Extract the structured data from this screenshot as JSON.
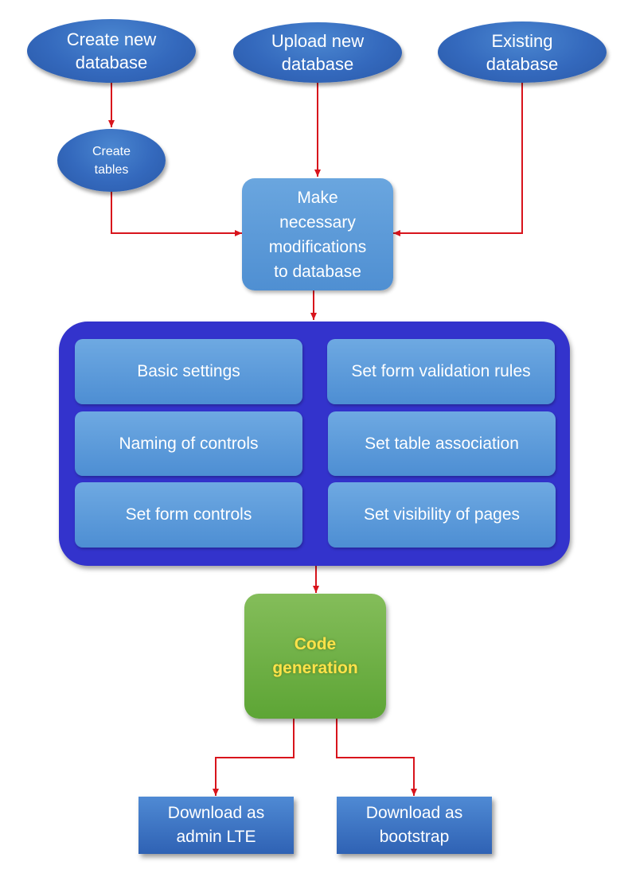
{
  "sources": {
    "create_new_database": "Create new\ndatabase",
    "upload_new_database": "Upload new\ndatabase",
    "existing_database": "Existing\ndatabase",
    "create_tables": "Create\ntables"
  },
  "modify": "Make\nnecessary\nmodifications\nto database",
  "settings": {
    "basic_settings": "Basic settings",
    "naming_of_controls": "Naming of controls",
    "set_form_controls": "Set form controls",
    "set_form_validation_rules": "Set form validation rules",
    "set_table_association": "Set table association",
    "set_visibility_of_pages": "Set visibility of pages"
  },
  "code_generation": "Code\ngeneration",
  "downloads": {
    "admin_lte": "Download as\nadmin LTE",
    "bootstrap": "Download as\nbootstrap"
  },
  "colors": {
    "arrow": "#d8141c",
    "ellipse": "#3469bd",
    "container": "#3333cc",
    "setting_box": "#5d9ad9",
    "code_generation": "#6aad41",
    "code_generation_text": "#ffe34a",
    "download_box": "#3b72c4"
  }
}
